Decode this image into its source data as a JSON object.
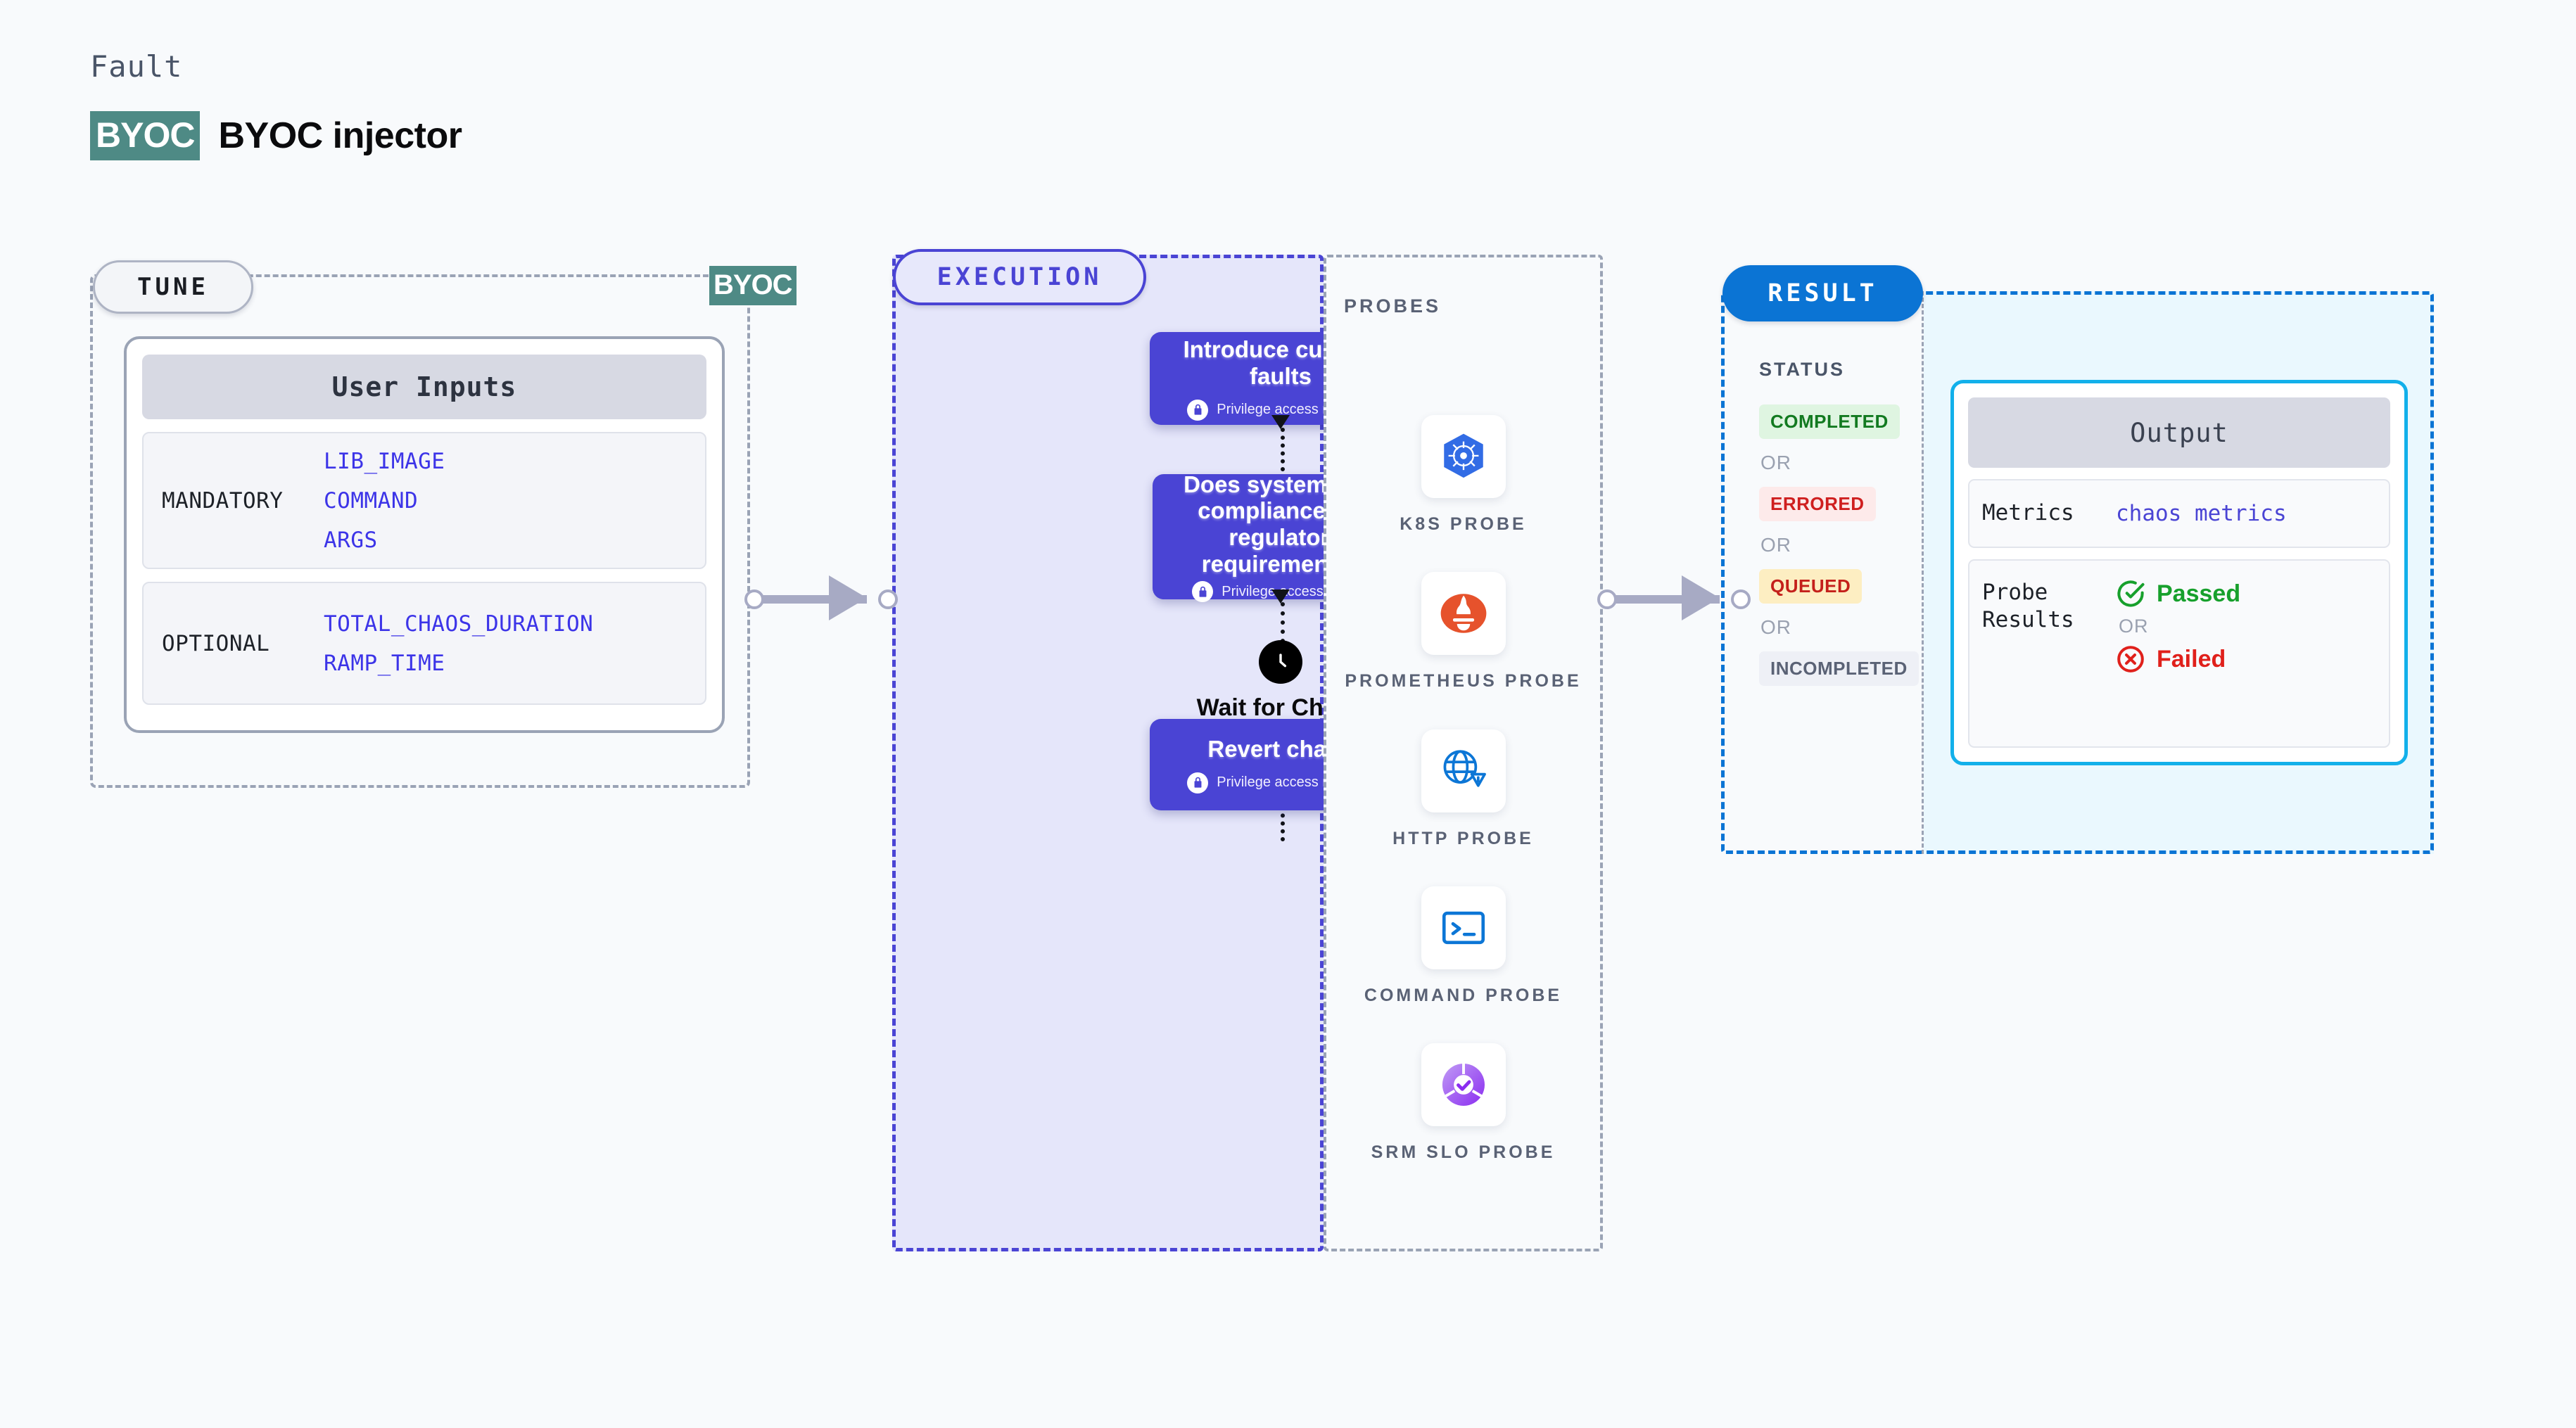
{
  "header": {
    "kicker": "Fault",
    "badge": "BYOC",
    "title": "BYOC injector"
  },
  "tune": {
    "pill_label": "TUNE",
    "byoc_marker": "BYOC",
    "card_header": "User Inputs",
    "groups": [
      {
        "key": "MANDATORY",
        "values": [
          "LIB_IMAGE",
          "COMMAND",
          "ARGS"
        ]
      },
      {
        "key": "OPTIONAL",
        "values": [
          "TOTAL_CHAOS_DURATION",
          "RAMP_TIME"
        ]
      }
    ]
  },
  "execution": {
    "pill_label": "EXECUTION",
    "privilege_note": "Privilege access required",
    "nodes": [
      {
        "title": "Introduce custom faults",
        "note": "Privilege access required"
      },
      {
        "title": "Does system meet compliance and regulatory requirements ?",
        "note": "Privilege access required"
      },
      {
        "title": "Revert chaos",
        "note": "Privilege access required"
      }
    ],
    "wait_label": "Wait for Chaos Interval"
  },
  "probes": {
    "section_label": "PROBES",
    "items": [
      {
        "icon": "kubernetes-icon",
        "label": "K8S PROBE"
      },
      {
        "icon": "prometheus-icon",
        "label": "PROMETHEUS PROBE"
      },
      {
        "icon": "http-globe-warning-icon",
        "label": "HTTP PROBE"
      },
      {
        "icon": "terminal-icon",
        "label": "COMMAND PROBE"
      },
      {
        "icon": "srm-slo-donut-icon",
        "label": "SRM SLO PROBE"
      }
    ]
  },
  "result": {
    "pill_label": "RESULT",
    "status_heading": "STATUS",
    "or_label": "OR",
    "statuses": [
      {
        "label": "COMPLETED",
        "bg": "#dff5e1",
        "fg": "#127a20"
      },
      {
        "label": "ERRORED",
        "bg": "#fdeaea",
        "fg": "#cf1f1f"
      },
      {
        "label": "QUEUED",
        "bg": "#fdeec2",
        "fg": "#c4201b"
      },
      {
        "label": "INCOMPLETED",
        "bg": "#eef0f6",
        "fg": "#5a6275"
      }
    ],
    "output": {
      "header": "Output",
      "metrics_key": "Metrics",
      "metrics_value": "chaos metrics",
      "probe_results_key": "Probe Results",
      "passed_label": "Passed",
      "failed_label": "Failed",
      "or_label": "OR"
    }
  },
  "colors": {
    "purple": "#4a44d4",
    "teal_badge": "#4e8a85",
    "result_blue": "#0b74d4",
    "output_cyan": "#12b0ea",
    "ribbon_pink": "#fb5c8f"
  }
}
